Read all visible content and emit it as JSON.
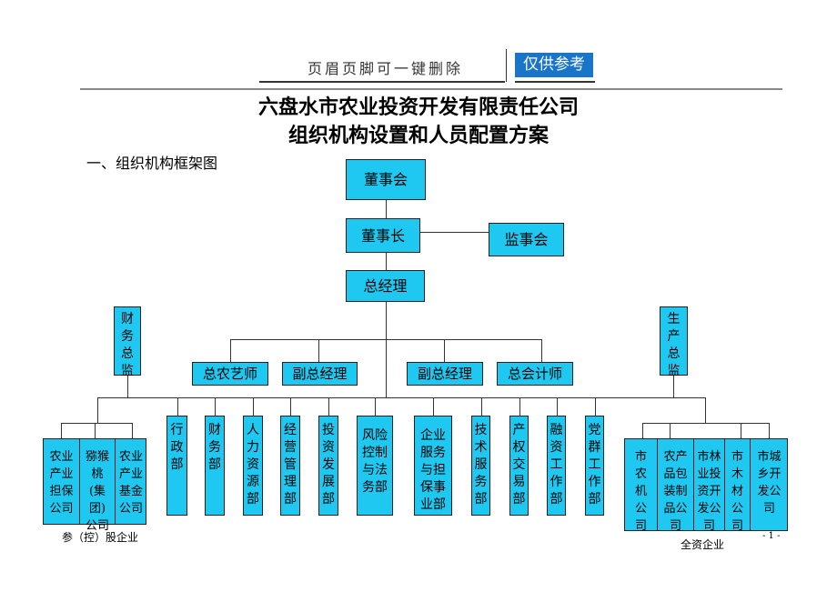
{
  "header": {
    "note": "页眉页脚可一键删除",
    "badge": "仅供参考"
  },
  "title": {
    "line1": "六盘水市农业投资开发有限责任公司",
    "line2": "组织机构设置和人员配置方案"
  },
  "section": "一、组织机构框架图",
  "org": {
    "board": "董事会",
    "chairman": "董事长",
    "supervisors": "监事会",
    "gm": "总经理",
    "cfo": "财务总监",
    "coo": "生产总监",
    "deputies": [
      "总农艺师",
      "副总经理",
      "副总经理",
      "总会计师"
    ],
    "departments": [
      "行政部",
      "财务部",
      "人力资源部",
      "经营管理部",
      "投资发展部",
      "风险控制与法务部",
      "企业服务与担保事业部",
      "技术服务部",
      "产权交易部",
      "融资工作部",
      "党群工作部"
    ],
    "holding": [
      "农业产业担保公司",
      "猕猴桃(集团)公司",
      "农业产业基金公司"
    ],
    "wholly_owned": [
      "市农机公司",
      "农产品包装制品公司",
      "市林业投资开发公司",
      "市木材公司",
      "市城乡开发公司"
    ]
  },
  "footer": {
    "holding_label": "参（控）股企业",
    "wholly_label": "全资企业",
    "page": "- 1 -"
  },
  "colors": {
    "box": "#1ec8f0",
    "badge": "#1a75c8"
  }
}
